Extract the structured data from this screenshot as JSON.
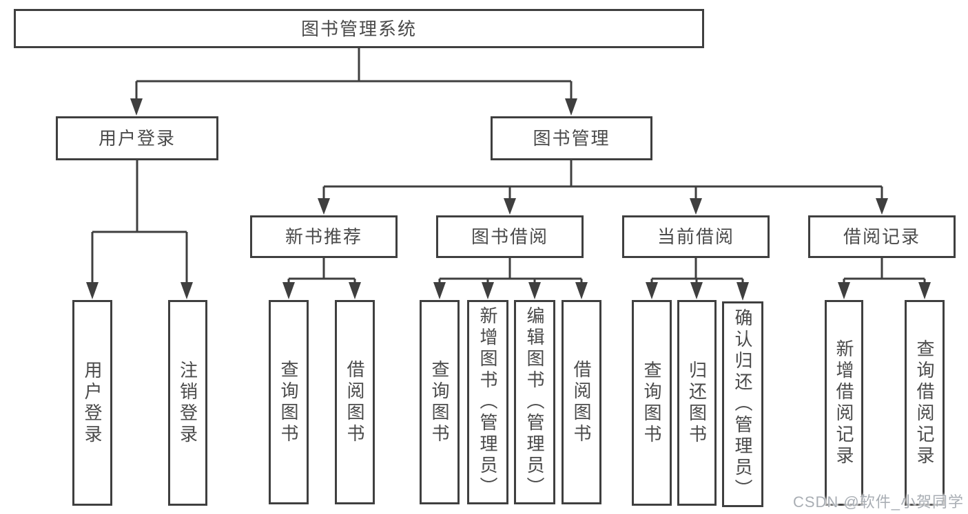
{
  "nodes": {
    "root": "图书管理系统",
    "userLogin": "用户登录",
    "bookMgmt": "图书管理",
    "level3": [
      "新书推荐",
      "图书借阅",
      "当前借阅",
      "借阅记录"
    ],
    "leavesUserLogin": [
      "用户登录",
      "注销登录"
    ],
    "leavesNewBook": [
      "查询图书",
      "借阅图书"
    ],
    "leavesBookBorrow": [
      "查询图书",
      "新增图书（管理员）",
      "编辑图书（管理员）",
      "借阅图书"
    ],
    "leavesCurrentBorrow": [
      "查询图书",
      "归还图书",
      "确认归还（管理员）"
    ],
    "leavesRecords": [
      "新增借阅记录",
      "查询借阅记录"
    ]
  },
  "watermark": {
    "text": "CSDN @软件_小贺同学"
  },
  "colors": {
    "line": "#3f3f3f",
    "text": "#4a4a4a",
    "watermark": "#a9aeb4",
    "background": "#ffffff"
  }
}
